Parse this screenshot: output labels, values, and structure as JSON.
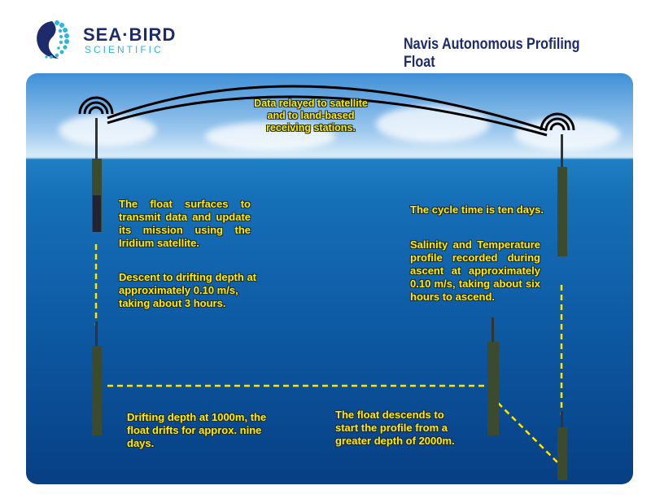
{
  "brand": {
    "line1": "SEA·BIRD",
    "line2": "SCIENTIFIC"
  },
  "title": "Navis Autonomous Profiling Float",
  "labels": {
    "relay": "Data relayed to satellite and to land-based receiving stations.",
    "surface": "The float surfaces to transmit data and update its mission using the Iridium satellite.",
    "descent": "Descent to drifting depth at approximately 0.10 m/s, taking about 3 hours.",
    "drift": "Drifting depth at 1000m, the float drifts for approx. nine days.",
    "descend_deep": "The float descends to start the profile from a greater depth of 2000m.",
    "cycle": "The cycle time is ten days.",
    "ascent": "Salinity and Temperature profile recorded during ascent at approximately 0.10 m/s, taking about six hours to ascend."
  },
  "colors": {
    "label": "#ffec00",
    "dash": "#ffe600",
    "brand_dark": "#1d2a6b",
    "brand_light": "#2bb7d8"
  }
}
